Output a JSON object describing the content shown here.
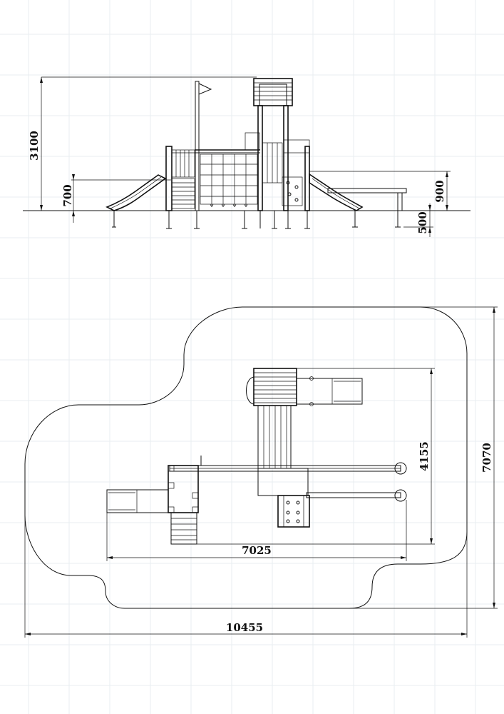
{
  "dimensions": {
    "elevation_total_height": "3100",
    "elevation_platform_height": "700",
    "elevation_right_height": "900",
    "elevation_post_depth": "500",
    "plan_structure_width": "7025",
    "plan_structure_depth": "4155",
    "plan_zone_depth": "7070",
    "plan_zone_width": "10455"
  }
}
